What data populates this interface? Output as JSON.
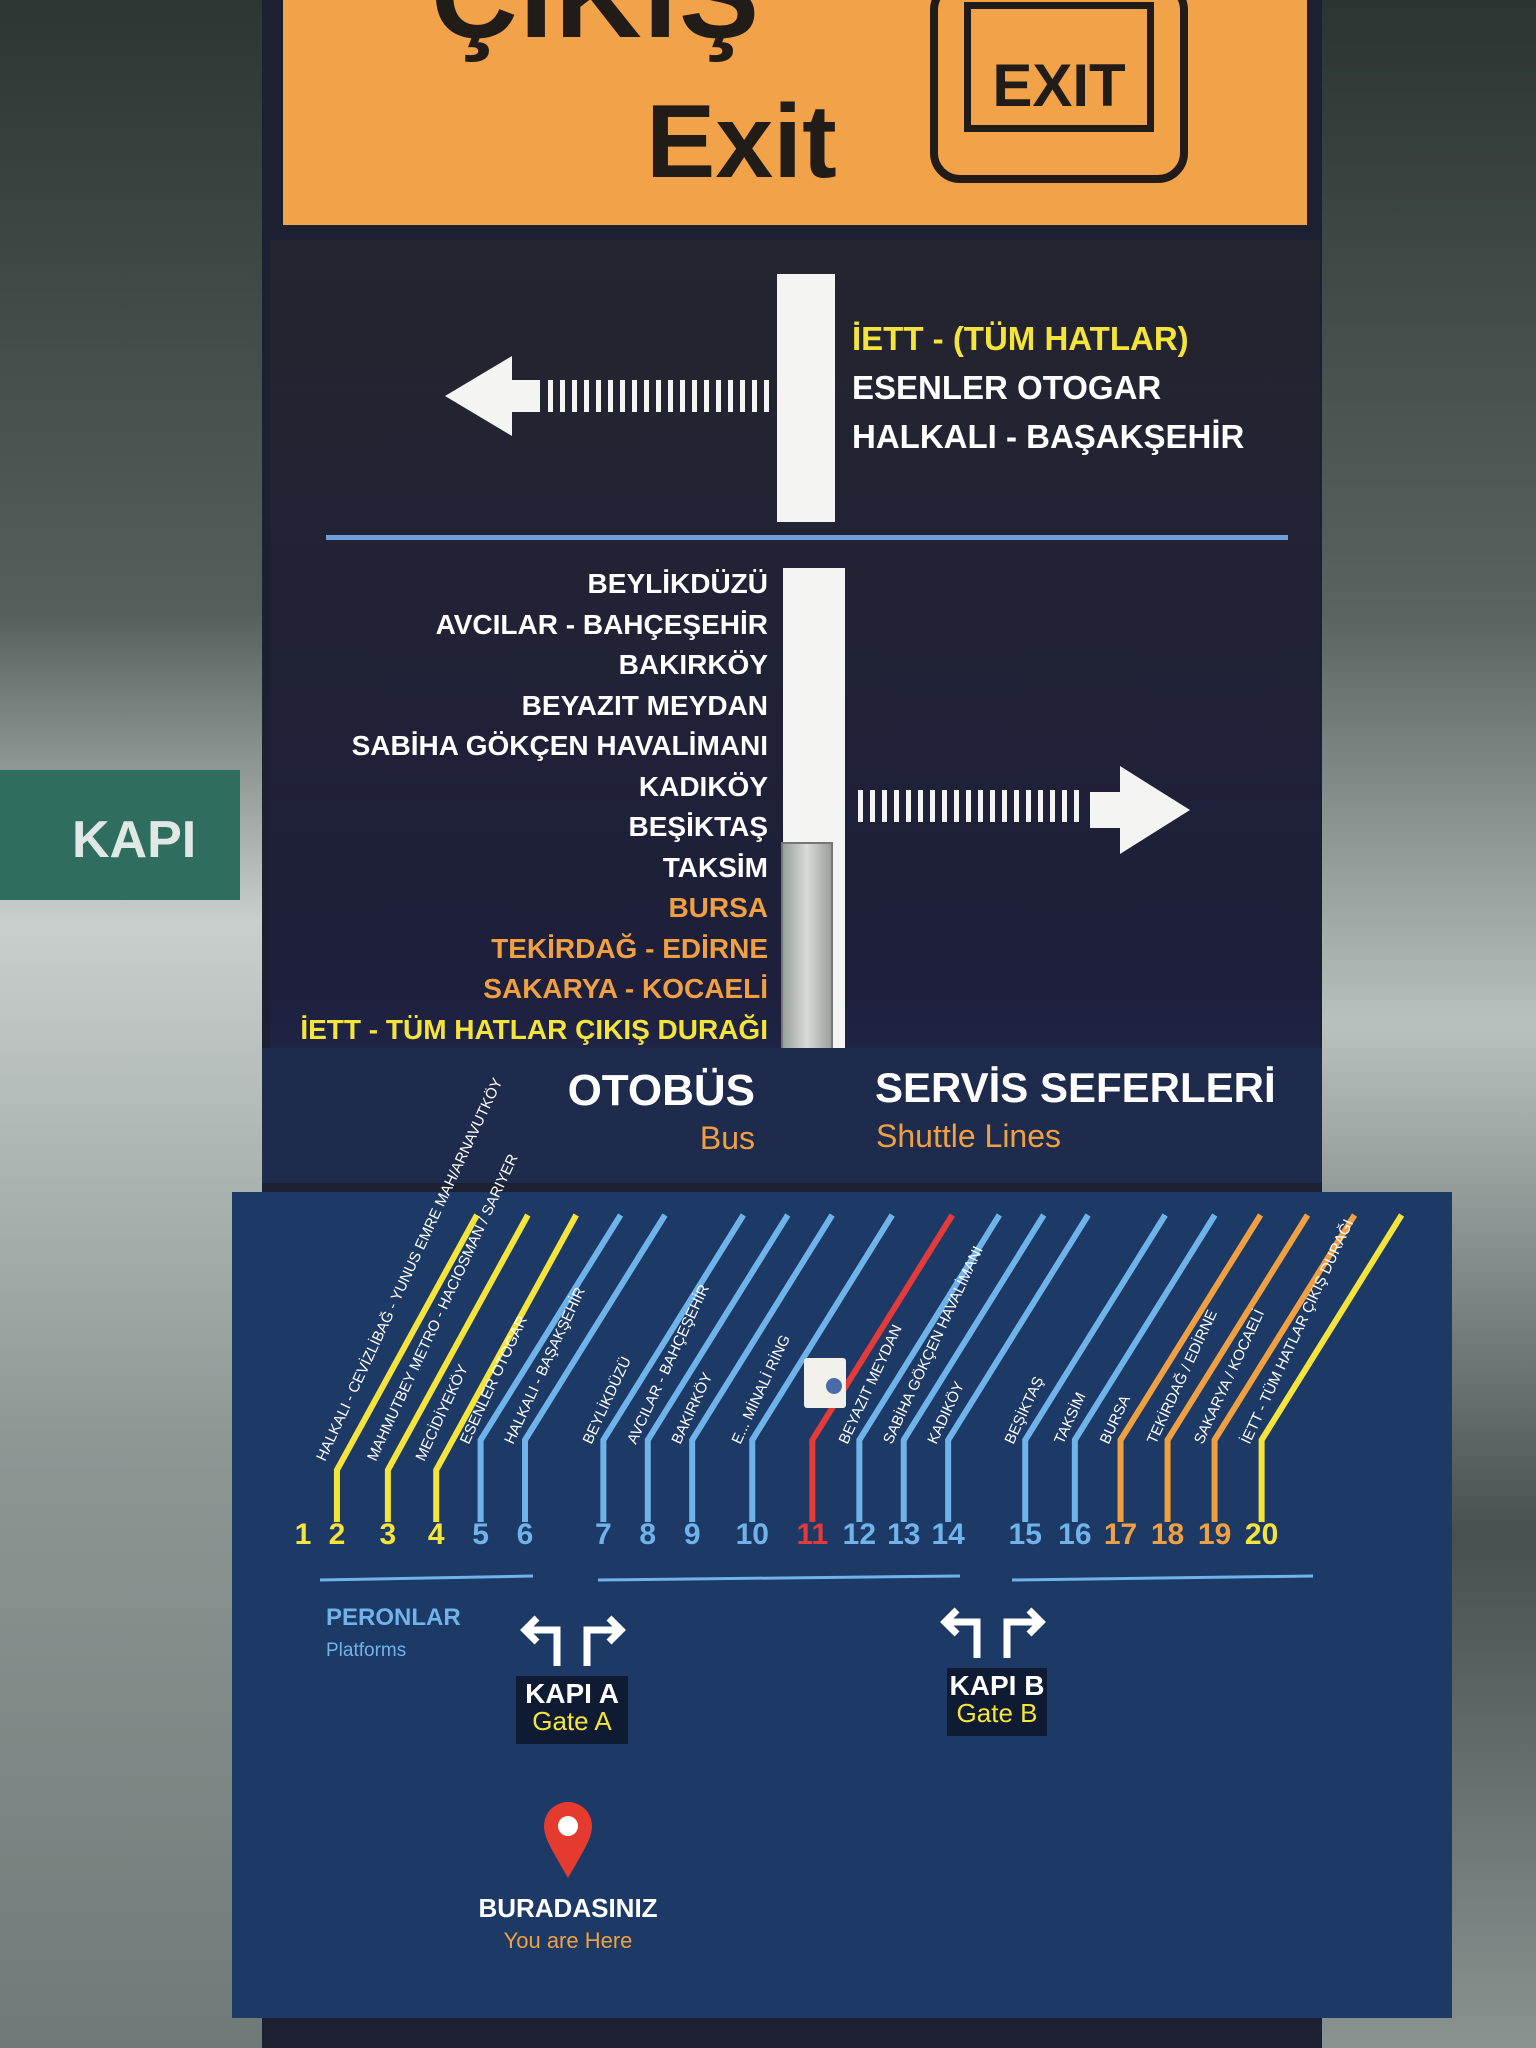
{
  "header": {
    "title_tr": "ÇIKIŞ",
    "title_en": "Exit",
    "exit_icon_label": "EXIT"
  },
  "background": {
    "door_label": "KAPI"
  },
  "left_arrow_destinations": [
    {
      "text": "İETT - (TÜM HATLAR)",
      "color": "#f5e53a"
    },
    {
      "text": "ESENLER OTOGAR",
      "color": "#ffffff"
    },
    {
      "text": "HALKALI - BAŞAKŞEHİR",
      "color": "#ffffff"
    }
  ],
  "right_arrow_destinations": [
    {
      "text": "BEYLİKDÜZÜ",
      "color": "#ffffff"
    },
    {
      "text": "AVCILAR - BAHÇEŞEHİR",
      "color": "#ffffff"
    },
    {
      "text": "BAKIRKÖY",
      "color": "#ffffff"
    },
    {
      "text": "BEYAZIT MEYDAN",
      "color": "#ffffff"
    },
    {
      "text": "SABİHA GÖKÇEN HAVALİMANI",
      "color": "#ffffff"
    },
    {
      "text": "KADIKÖY",
      "color": "#ffffff"
    },
    {
      "text": "BEŞİKTAŞ",
      "color": "#ffffff"
    },
    {
      "text": "TAKSİM",
      "color": "#ffffff"
    },
    {
      "text": "BURSA",
      "color": "#f0a040"
    },
    {
      "text": "TEKİRDAĞ - EDİRNE",
      "color": "#f0a040"
    },
    {
      "text": "SAKARYA - KOCAELİ",
      "color": "#f0a040"
    },
    {
      "text": "İETT - TÜM HATLAR ÇIKIŞ DURAĞI",
      "color": "#f5e53a"
    }
  ],
  "sections": {
    "bus_tr": "OTOBÜS",
    "bus_en": "Bus",
    "shuttle_tr": "SERVİS SEFERLERİ",
    "shuttle_en": "Shuttle Lines"
  },
  "colors": {
    "yellow": "#f5e53a",
    "blue": "#6fb3ea",
    "red": "#e53a3a",
    "orange": "#f0a040"
  },
  "platforms": [
    {
      "number": "1",
      "label": "",
      "color": "yellow"
    },
    {
      "number": "2",
      "label": "HALKALI - CEVİZLİBAĞ - YUNUS EMRE MAH/ARNAVUTKÖY",
      "color": "yellow"
    },
    {
      "number": "3",
      "label": "MAHMUTBEY METRO - HACIOSMAN / SARIYER",
      "color": "yellow"
    },
    {
      "number": "4",
      "label": "MECİDİYEKÖY",
      "color": "yellow"
    },
    {
      "number": "5",
      "label": "ESENLER OTOGAR",
      "color": "blue"
    },
    {
      "number": "6",
      "label": "HALKALI - BAŞAKŞEHİR",
      "color": "blue"
    },
    {
      "number": "7",
      "label": "BEYLİKDÜZÜ",
      "color": "blue"
    },
    {
      "number": "8",
      "label": "AVCILAR - BAHÇEŞEHİR",
      "color": "blue"
    },
    {
      "number": "9",
      "label": "BAKIRKÖY",
      "color": "blue"
    },
    {
      "number": "10",
      "label": "E... MİNALİ RİNG",
      "color": "blue"
    },
    {
      "number": "11",
      "label": "",
      "color": "red"
    },
    {
      "number": "12",
      "label": "BEYAZIT MEYDAN",
      "color": "blue"
    },
    {
      "number": "13",
      "label": "SABİHA GÖKÇEN HAVALİMANI",
      "color": "blue"
    },
    {
      "number": "14",
      "label": "KADIKÖY",
      "color": "blue"
    },
    {
      "number": "15",
      "label": "BEŞİKTAŞ",
      "color": "blue"
    },
    {
      "number": "16",
      "label": "TAKSİM",
      "color": "blue"
    },
    {
      "number": "17",
      "label": "BURSA",
      "color": "orange"
    },
    {
      "number": "18",
      "label": "TEKİRDAĞ / EDİRNE",
      "color": "orange"
    },
    {
      "number": "19",
      "label": "SAKARYA / KOCAELİ",
      "color": "orange"
    },
    {
      "number": "20",
      "label": "İETT - TÜM HATLAR ÇIKIŞ DURAĞI",
      "color": "yellow"
    }
  ],
  "platforms_label": {
    "tr": "PERONLAR",
    "en": "Platforms"
  },
  "gates": [
    {
      "tr": "KAPI A",
      "en": "Gate A"
    },
    {
      "tr": "KAPI B",
      "en": "Gate B"
    }
  ],
  "you_are_here": {
    "tr": "BURADASINIZ",
    "en": "You are Here"
  }
}
